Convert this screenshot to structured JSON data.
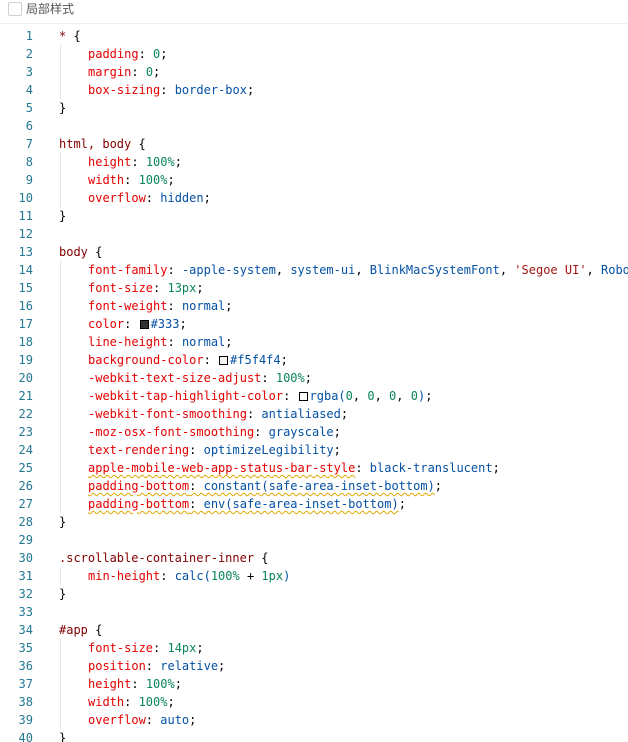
{
  "header": {
    "title": "局部样式"
  },
  "lines": [
    {
      "n": "1",
      "t": [
        {
          "c": "sel",
          "s": "* "
        },
        {
          "c": "punc",
          "s": "{"
        }
      ]
    },
    {
      "n": "2",
      "t": [
        {
          "c": "prop",
          "s": "padding"
        },
        {
          "c": "punc",
          "s": ": "
        },
        {
          "c": "num",
          "s": "0"
        },
        {
          "c": "punc",
          "s": ";"
        }
      ],
      "indent": true
    },
    {
      "n": "3",
      "t": [
        {
          "c": "prop",
          "s": "margin"
        },
        {
          "c": "punc",
          "s": ": "
        },
        {
          "c": "num",
          "s": "0"
        },
        {
          "c": "punc",
          "s": ";"
        }
      ],
      "indent": true
    },
    {
      "n": "4",
      "t": [
        {
          "c": "prop",
          "s": "box-sizing"
        },
        {
          "c": "punc",
          "s": ": "
        },
        {
          "c": "val",
          "s": "border-box"
        },
        {
          "c": "punc",
          "s": ";"
        }
      ],
      "indent": true
    },
    {
      "n": "5",
      "t": [
        {
          "c": "punc",
          "s": "}"
        }
      ]
    },
    {
      "n": "6",
      "t": []
    },
    {
      "n": "7",
      "t": [
        {
          "c": "sel",
          "s": "html, body "
        },
        {
          "c": "punc",
          "s": "{"
        }
      ]
    },
    {
      "n": "8",
      "t": [
        {
          "c": "prop",
          "s": "height"
        },
        {
          "c": "punc",
          "s": ": "
        },
        {
          "c": "num",
          "s": "100%"
        },
        {
          "c": "punc",
          "s": ";"
        }
      ],
      "indent": true
    },
    {
      "n": "9",
      "t": [
        {
          "c": "prop",
          "s": "width"
        },
        {
          "c": "punc",
          "s": ": "
        },
        {
          "c": "num",
          "s": "100%"
        },
        {
          "c": "punc",
          "s": ";"
        }
      ],
      "indent": true
    },
    {
      "n": "10",
      "t": [
        {
          "c": "prop",
          "s": "overflow"
        },
        {
          "c": "punc",
          "s": ": "
        },
        {
          "c": "val",
          "s": "hidden"
        },
        {
          "c": "punc",
          "s": ";"
        }
      ],
      "indent": true
    },
    {
      "n": "11",
      "t": [
        {
          "c": "punc",
          "s": "}"
        }
      ]
    },
    {
      "n": "12",
      "t": []
    },
    {
      "n": "13",
      "t": [
        {
          "c": "sel",
          "s": "body "
        },
        {
          "c": "punc",
          "s": "{"
        }
      ]
    },
    {
      "n": "14",
      "t": [
        {
          "c": "prop",
          "s": "font-family"
        },
        {
          "c": "punc",
          "s": ": "
        },
        {
          "c": "val",
          "s": "-apple-system"
        },
        {
          "c": "punc",
          "s": ", "
        },
        {
          "c": "val",
          "s": "system-ui"
        },
        {
          "c": "punc",
          "s": ", "
        },
        {
          "c": "val",
          "s": "BlinkMacSystemFont"
        },
        {
          "c": "punc",
          "s": ", "
        },
        {
          "c": "str",
          "s": "'Segoe UI'"
        },
        {
          "c": "punc",
          "s": ", "
        },
        {
          "c": "val",
          "s": "Robo"
        }
      ],
      "indent": true
    },
    {
      "n": "15",
      "t": [
        {
          "c": "prop",
          "s": "font-size"
        },
        {
          "c": "punc",
          "s": ": "
        },
        {
          "c": "num",
          "s": "13px"
        },
        {
          "c": "punc",
          "s": ";"
        }
      ],
      "indent": true
    },
    {
      "n": "16",
      "t": [
        {
          "c": "prop",
          "s": "font-weight"
        },
        {
          "c": "punc",
          "s": ": "
        },
        {
          "c": "val",
          "s": "normal"
        },
        {
          "c": "punc",
          "s": ";"
        }
      ],
      "indent": true
    },
    {
      "n": "17",
      "t": [
        {
          "c": "prop",
          "s": "color"
        },
        {
          "c": "punc",
          "s": ": "
        },
        {
          "c": "swatch",
          "color": "#333333"
        },
        {
          "c": "val",
          "s": "#333"
        },
        {
          "c": "punc",
          "s": ";"
        }
      ],
      "indent": true
    },
    {
      "n": "18",
      "t": [
        {
          "c": "prop",
          "s": "line-height"
        },
        {
          "c": "punc",
          "s": ": "
        },
        {
          "c": "val",
          "s": "normal"
        },
        {
          "c": "punc",
          "s": ";"
        }
      ],
      "indent": true
    },
    {
      "n": "19",
      "t": [
        {
          "c": "prop",
          "s": "background-color"
        },
        {
          "c": "punc",
          "s": ": "
        },
        {
          "c": "swatch",
          "color": "#f5f4f4"
        },
        {
          "c": "val",
          "s": "#f5f4f4"
        },
        {
          "c": "punc",
          "s": ";"
        }
      ],
      "indent": true
    },
    {
      "n": "20",
      "t": [
        {
          "c": "prop",
          "s": "-webkit-text-size-adjust"
        },
        {
          "c": "punc",
          "s": ": "
        },
        {
          "c": "num",
          "s": "100%"
        },
        {
          "c": "punc",
          "s": ";"
        }
      ],
      "indent": true
    },
    {
      "n": "21",
      "t": [
        {
          "c": "prop",
          "s": "-webkit-tap-highlight-color"
        },
        {
          "c": "punc",
          "s": ": "
        },
        {
          "c": "swatch",
          "color": "#ffffff"
        },
        {
          "c": "val",
          "s": "rgba("
        },
        {
          "c": "num",
          "s": "0"
        },
        {
          "c": "punc",
          "s": ", "
        },
        {
          "c": "num",
          "s": "0"
        },
        {
          "c": "punc",
          "s": ", "
        },
        {
          "c": "num",
          "s": "0"
        },
        {
          "c": "punc",
          "s": ", "
        },
        {
          "c": "num",
          "s": "0"
        },
        {
          "c": "val",
          "s": ")"
        },
        {
          "c": "punc",
          "s": ";"
        }
      ],
      "indent": true
    },
    {
      "n": "22",
      "t": [
        {
          "c": "prop",
          "s": "-webkit-font-smoothing"
        },
        {
          "c": "punc",
          "s": ": "
        },
        {
          "c": "val",
          "s": "antialiased"
        },
        {
          "c": "punc",
          "s": ";"
        }
      ],
      "indent": true
    },
    {
      "n": "23",
      "t": [
        {
          "c": "prop",
          "s": "-moz-osx-font-smoothing"
        },
        {
          "c": "punc",
          "s": ": "
        },
        {
          "c": "val",
          "s": "grayscale"
        },
        {
          "c": "punc",
          "s": ";"
        }
      ],
      "indent": true
    },
    {
      "n": "24",
      "t": [
        {
          "c": "prop",
          "s": "text-rendering"
        },
        {
          "c": "punc",
          "s": ": "
        },
        {
          "c": "val",
          "s": "optimizeLegibility"
        },
        {
          "c": "punc",
          "s": ";"
        }
      ],
      "indent": true
    },
    {
      "n": "25",
      "t": [
        {
          "c": "prop",
          "s": "apple-mobile-web-app-status-bar-style",
          "w": true
        },
        {
          "c": "punc",
          "s": ": "
        },
        {
          "c": "val",
          "s": "black-translucent"
        },
        {
          "c": "punc",
          "s": ";"
        }
      ],
      "indent": true
    },
    {
      "n": "26",
      "t": [
        {
          "c": "prop",
          "s": "padding-bottom",
          "w": true
        },
        {
          "c": "punc",
          "s": ": ",
          "w": true
        },
        {
          "c": "val",
          "s": "constant(safe-area-inset-bottom)",
          "w": true
        },
        {
          "c": "punc",
          "s": ";"
        }
      ],
      "indent": true
    },
    {
      "n": "27",
      "t": [
        {
          "c": "prop",
          "s": "padding-bottom",
          "w": true
        },
        {
          "c": "punc",
          "s": ": ",
          "w": true
        },
        {
          "c": "val",
          "s": "env(safe-area-inset-bottom)",
          "w": true
        },
        {
          "c": "punc",
          "s": ";"
        }
      ],
      "indent": true
    },
    {
      "n": "28",
      "t": [
        {
          "c": "punc",
          "s": "}"
        }
      ]
    },
    {
      "n": "29",
      "t": []
    },
    {
      "n": "30",
      "t": [
        {
          "c": "sel",
          "s": ".scrollable-container-inner "
        },
        {
          "c": "punc",
          "s": "{"
        }
      ]
    },
    {
      "n": "31",
      "t": [
        {
          "c": "prop",
          "s": "min-height"
        },
        {
          "c": "punc",
          "s": ": "
        },
        {
          "c": "val",
          "s": "calc("
        },
        {
          "c": "num",
          "s": "100%"
        },
        {
          "c": "punc",
          "s": " + "
        },
        {
          "c": "num",
          "s": "1px"
        },
        {
          "c": "val",
          "s": ")"
        }
      ],
      "indent": true
    },
    {
      "n": "32",
      "t": [
        {
          "c": "punc",
          "s": "}"
        }
      ]
    },
    {
      "n": "33",
      "t": []
    },
    {
      "n": "34",
      "t": [
        {
          "c": "sel",
          "s": "#app "
        },
        {
          "c": "punc",
          "s": "{"
        }
      ]
    },
    {
      "n": "35",
      "t": [
        {
          "c": "prop",
          "s": "font-size"
        },
        {
          "c": "punc",
          "s": ": "
        },
        {
          "c": "num",
          "s": "14px"
        },
        {
          "c": "punc",
          "s": ";"
        }
      ],
      "indent": true
    },
    {
      "n": "36",
      "t": [
        {
          "c": "prop",
          "s": "position"
        },
        {
          "c": "punc",
          "s": ": "
        },
        {
          "c": "val",
          "s": "relative"
        },
        {
          "c": "punc",
          "s": ";"
        }
      ],
      "indent": true
    },
    {
      "n": "37",
      "t": [
        {
          "c": "prop",
          "s": "height"
        },
        {
          "c": "punc",
          "s": ": "
        },
        {
          "c": "num",
          "s": "100%"
        },
        {
          "c": "punc",
          "s": ";"
        }
      ],
      "indent": true
    },
    {
      "n": "38",
      "t": [
        {
          "c": "prop",
          "s": "width"
        },
        {
          "c": "punc",
          "s": ": "
        },
        {
          "c": "num",
          "s": "100%"
        },
        {
          "c": "punc",
          "s": ";"
        }
      ],
      "indent": true
    },
    {
      "n": "39",
      "t": [
        {
          "c": "prop",
          "s": "overflow"
        },
        {
          "c": "punc",
          "s": ": "
        },
        {
          "c": "val",
          "s": "auto"
        },
        {
          "c": "punc",
          "s": ";"
        }
      ],
      "indent": true
    },
    {
      "n": "40",
      "t": [
        {
          "c": "punc",
          "s": "}"
        }
      ]
    }
  ]
}
